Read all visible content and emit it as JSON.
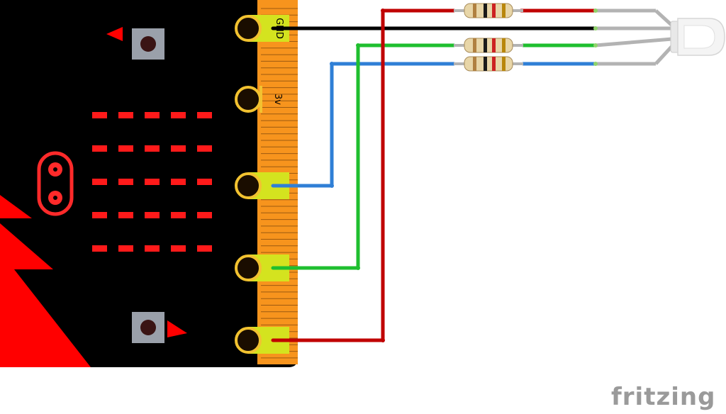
{
  "board": {
    "pins": [
      {
        "label": "GND"
      },
      {
        "label": "3v"
      },
      {
        "label": ""
      },
      {
        "label": ""
      },
      {
        "label": ""
      }
    ],
    "led_matrix": {
      "rows": 5,
      "cols": 5
    }
  },
  "wires": [
    {
      "name": "wire-gnd",
      "color": "#000000"
    },
    {
      "name": "wire-blue",
      "color": "#2f7fd6"
    },
    {
      "name": "wire-green",
      "color": "#1fbf2f"
    },
    {
      "name": "wire-red",
      "color": "#c00000"
    }
  ],
  "colors": {
    "board": "#000000",
    "edge_connector": "#f7941d",
    "pin_pad": "#d4e31f",
    "pin_ring": "#f2c230",
    "accent": "#ff0000",
    "led": "#ff1a1a"
  },
  "components": {
    "resistor_count": 3,
    "led_type": "RGB LED"
  },
  "watermark": "fritzing"
}
